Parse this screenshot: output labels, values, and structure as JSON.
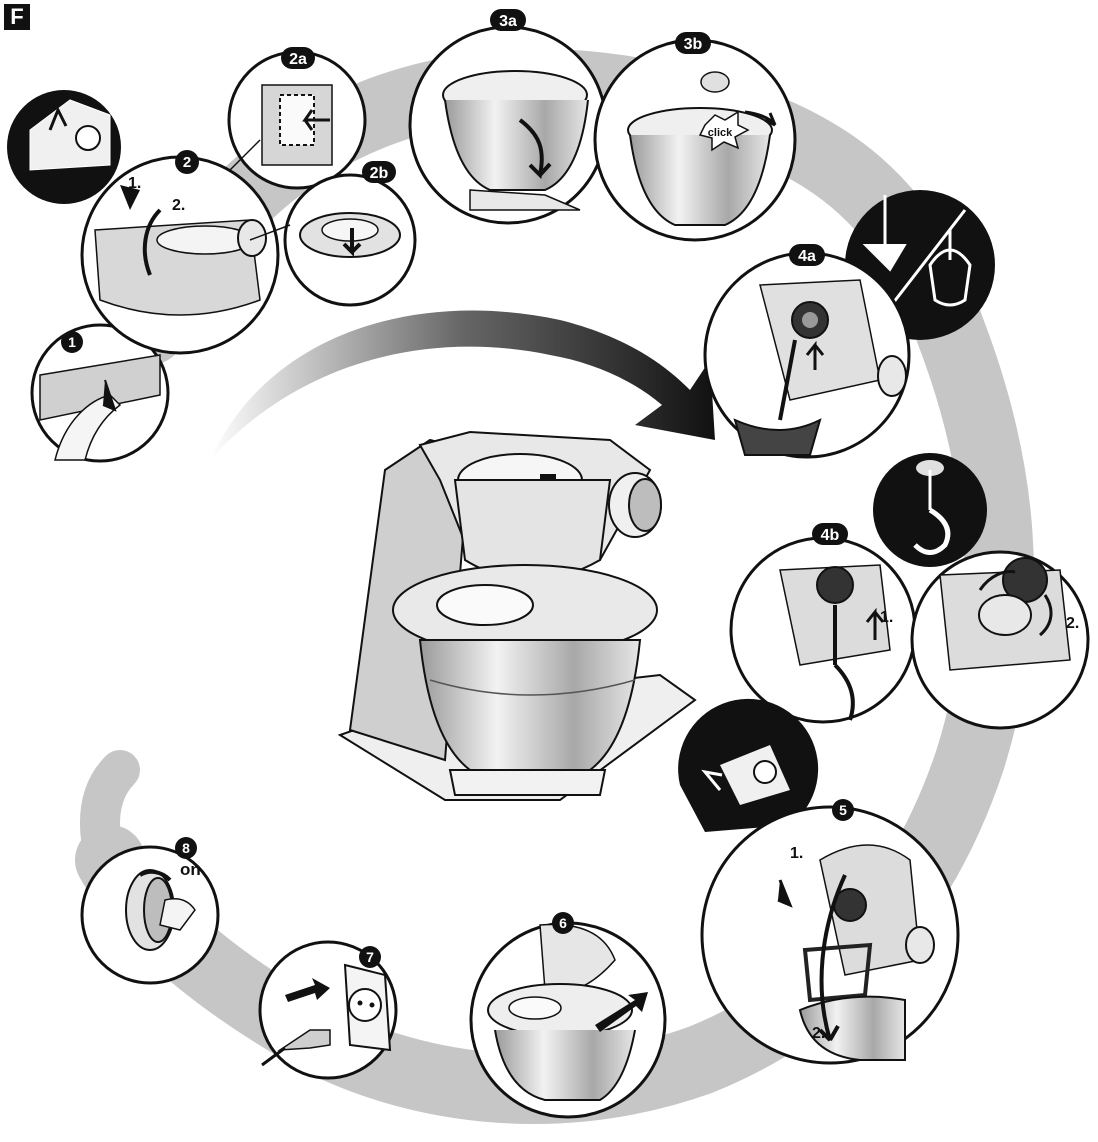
{
  "figure": {
    "section_label": "F"
  },
  "steps": {
    "s1": {
      "badge": "1"
    },
    "s2": {
      "badge": "2",
      "sub1": "1.",
      "sub2": "2."
    },
    "s2a": {
      "badge": "2a"
    },
    "s2b": {
      "badge": "2b"
    },
    "s3a": {
      "badge": "3a"
    },
    "s3b": {
      "badge": "3b",
      "sound": "click"
    },
    "s4a": {
      "badge": "4a"
    },
    "s4b": {
      "badge": "4b",
      "sub1": "1.",
      "sub2": "2."
    },
    "s5": {
      "badge": "5",
      "sub1": "1.",
      "sub2": "2."
    },
    "s6": {
      "badge": "6"
    },
    "s7": {
      "badge": "7"
    },
    "s8": {
      "badge": "8",
      "switch": "on"
    }
  },
  "colors": {
    "path_gray": "#c4c4c4",
    "ink": "#111111",
    "metal": "#d9d9d9"
  }
}
